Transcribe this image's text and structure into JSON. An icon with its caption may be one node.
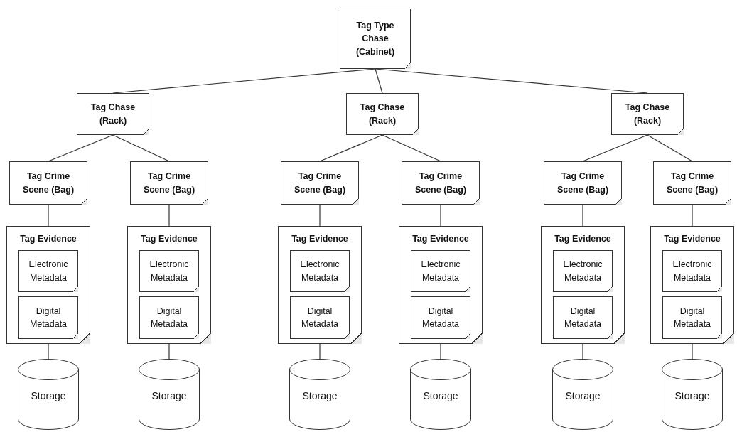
{
  "diagram": {
    "nodes": [
      {
        "text": [
          "Tag Type Chase (Cabinet)"
        ]
      },
      {
        "text": [
          "Tag Chase (Rack)"
        ]
      },
      {
        "text": [
          "Tag Chase (Rack)"
        ]
      },
      {
        "text": [
          "Tag Chase (Rack)"
        ]
      },
      {
        "text": [
          "Tag Crime Scene (Bag)"
        ]
      },
      {
        "text": [
          "Tag Crime Scene (Bag)"
        ]
      },
      {
        "text": [
          "Tag Crime Scene (Bag)"
        ]
      },
      {
        "text": [
          "Tag Crime Scene (Bag)"
        ]
      },
      {
        "text": [
          "Tag Crime Scene (Bag)"
        ]
      },
      {
        "text": [
          "Tag Crime Scene (Bag)"
        ]
      },
      {
        "text": [
          "Tag Evidence"
        ]
      },
      {
        "text": [
          "Electronic Metadata"
        ],
        "in": 10
      },
      {
        "text": [
          "Digital Metadata"
        ],
        "in": 10
      },
      {
        "text": [
          "Tag Evidence"
        ]
      },
      {
        "text": [
          "Electronic Metadata"
        ],
        "in": 13
      },
      {
        "text": [
          "Digital Metadata"
        ],
        "in": 13
      },
      {
        "text": [
          "Tag Evidence"
        ]
      },
      {
        "text": [
          "Electronic Metadata"
        ],
        "in": 16
      },
      {
        "text": [
          "Digital Metadata"
        ],
        "in": 16
      },
      {
        "text": [
          "Tag Evidence"
        ]
      },
      {
        "text": [
          "Electronic Metadata"
        ],
        "in": 19
      },
      {
        "text": [
          "Digital Metadata"
        ],
        "in": 19
      },
      {
        "text": [
          "Tag Evidence"
        ]
      },
      {
        "text": [
          "Electronic Metadata"
        ],
        "in": 22
      },
      {
        "text": [
          "Digital Metadata"
        ],
        "in": 22
      },
      {
        "text": [
          "Tag Evidence"
        ]
      },
      {
        "text": [
          "Electronic Metadata"
        ],
        "in": 25
      },
      {
        "text": [
          "Digital Metadata"
        ],
        "in": 25
      },
      {
        "text": [
          "Storage"
        ]
      },
      {
        "text": [
          "Storage"
        ]
      },
      {
        "text": [
          "Storage"
        ]
      },
      {
        "text": [
          "Storage"
        ]
      },
      {
        "text": [
          "Storage"
        ]
      },
      {
        "text": [
          "Storage"
        ]
      }
    ],
    "edges": [
      {
        "from": 0,
        "to": 1,
        "arrow": "none"
      },
      {
        "from": 0,
        "to": 2,
        "arrow": "none"
      },
      {
        "from": 0,
        "to": 3,
        "arrow": "none"
      },
      {
        "from": 1,
        "to": 4,
        "arrow": "none"
      },
      {
        "from": 1,
        "to": 5,
        "arrow": "none"
      },
      {
        "from": 2,
        "to": 6,
        "arrow": "none"
      },
      {
        "from": 2,
        "to": 7,
        "arrow": "none"
      },
      {
        "from": 3,
        "to": 8,
        "arrow": "none"
      },
      {
        "from": 3,
        "to": 9,
        "arrow": "none"
      },
      {
        "from": 4,
        "to": 10,
        "arrow": "none"
      },
      {
        "from": 5,
        "to": 13,
        "arrow": "none"
      },
      {
        "from": 6,
        "to": 16,
        "arrow": "none"
      },
      {
        "from": 7,
        "to": 19,
        "arrow": "none"
      },
      {
        "from": 8,
        "to": 22,
        "arrow": "none"
      },
      {
        "from": 9,
        "to": 25,
        "arrow": "none"
      },
      {
        "from": 10,
        "to": 28,
        "arrow": "none"
      },
      {
        "from": 13,
        "to": 29,
        "arrow": "none"
      },
      {
        "from": 16,
        "to": 30,
        "arrow": "none"
      },
      {
        "from": 19,
        "to": 31,
        "arrow": "none"
      },
      {
        "from": 22,
        "to": 32,
        "arrow": "none"
      },
      {
        "from": 25,
        "to": 33,
        "arrow": "none"
      }
    ]
  }
}
